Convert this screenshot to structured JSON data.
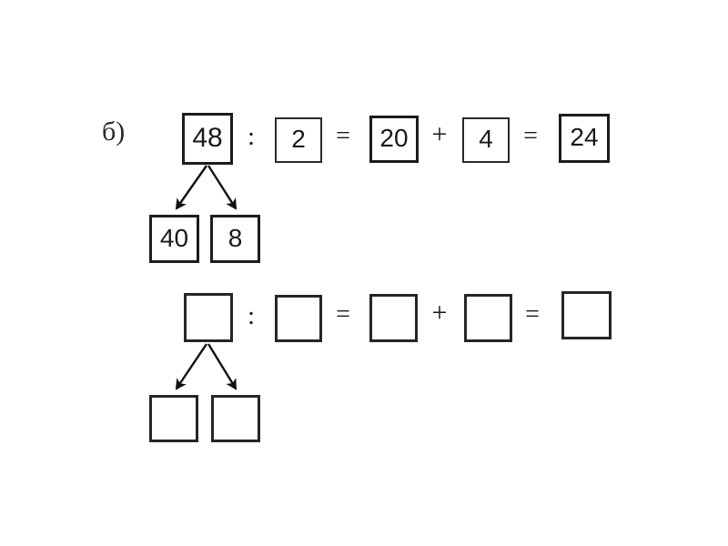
{
  "page": {
    "background_color": "#ffffff",
    "ink_color": "#1a1a1a",
    "task_label": "б)"
  },
  "problems": [
    {
      "id": "solved-example",
      "filled": true,
      "equation": {
        "dividend": "48",
        "divisor_symbol": ":",
        "divisor": "2",
        "equals_symbol_1": "=",
        "partial_quotient_1": "20",
        "plus_symbol": "+",
        "partial_quotient_2": "4",
        "equals_symbol_2": "=",
        "quotient": "24"
      },
      "decomposition": {
        "from": "48",
        "parts": [
          "40",
          "8"
        ]
      }
    },
    {
      "id": "blank-exercise",
      "filled": false,
      "equation": {
        "dividend": "",
        "divisor_symbol": ":",
        "divisor": "",
        "equals_symbol_1": "=",
        "partial_quotient_1": "",
        "plus_symbol": "+",
        "partial_quotient_2": "",
        "equals_symbol_2": "=",
        "quotient": ""
      },
      "decomposition": {
        "from": "",
        "parts": [
          "",
          ""
        ]
      }
    }
  ]
}
